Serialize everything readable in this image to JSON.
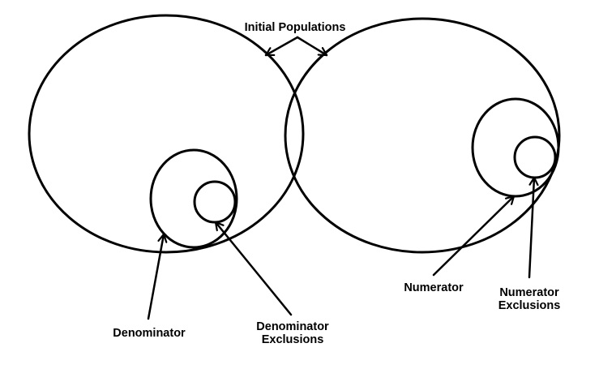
{
  "labels": {
    "initial_populations": "Initial Populations",
    "denominator": "Denominator",
    "denominator_exclusions_line1": "Denominator",
    "denominator_exclusions_line2": "Exclusions",
    "numerator": "Numerator",
    "numerator_exclusions_line1": "Numerator",
    "numerator_exclusions_line2": "Exclusions"
  },
  "colors": {
    "stroke": "#000000",
    "background": "#ffffff"
  }
}
